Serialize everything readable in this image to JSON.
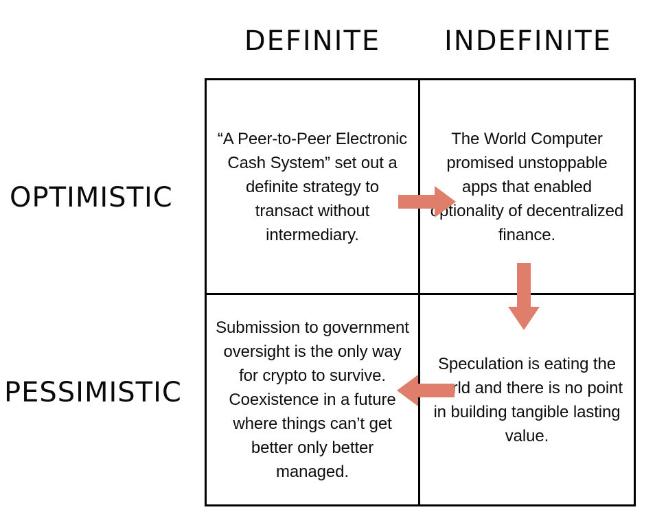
{
  "chart_data": {
    "type": "table",
    "title": "",
    "xlabel": "",
    "ylabel": "",
    "columns": [
      "DEFINITE",
      "INDEFINITE"
    ],
    "rows": [
      "OPTIMISTIC",
      "PESSIMISTIC"
    ],
    "cells": [
      {
        "row": "OPTIMISTIC",
        "column": "DEFINITE",
        "text": "“A Peer-to-Peer Electronic Cash System” set out a definite strategy to transact without intermediary."
      },
      {
        "row": "OPTIMISTIC",
        "column": "INDEFINITE",
        "text": "The World Computer promised unstoppable apps that enabled optionality of decentralized finance."
      },
      {
        "row": "PESSIMISTIC",
        "column": "DEFINITE",
        "text": "Submission to government oversight is the only way for crypto to survive. Coexistence in a future where things can’t get better only better managed."
      },
      {
        "row": "PESSIMISTIC",
        "column": "INDEFINITE",
        "text": "Speculation is eating the world and there is no point in building tangible lasting value."
      }
    ],
    "annotations": [
      {
        "name": "arrow-right-top",
        "direction": "right",
        "from": "optimistic-definite",
        "to": "optimistic-indefinite",
        "color": "#DE7E6B"
      },
      {
        "name": "arrow-down-right",
        "direction": "down",
        "from": "optimistic-indefinite",
        "to": "pessimistic-indefinite",
        "color": "#DE7E6B"
      },
      {
        "name": "arrow-left-bottom",
        "direction": "left",
        "from": "pessimistic-indefinite",
        "to": "pessimistic-definite",
        "color": "#DE7E6B"
      }
    ],
    "grid": true,
    "legend": "none"
  },
  "matrix": {
    "columns": {
      "definite": "DEFINITE",
      "indefinite": "INDEFINITE"
    },
    "rows": {
      "optimistic": "OPTIMISTIC",
      "pessimistic": "PESSIMISTIC"
    },
    "quadrants": {
      "optimistic_definite": "“A Peer-to-Peer Electronic Cash System” set out a definite strategy to transact without intermediary.",
      "optimistic_indefinite": "The World Computer promised unstoppable apps that enabled optionality of decentralized finance.",
      "pessimistic_definite": "Submission to government oversight is the only way for crypto to survive. Coexistence in a future where things can’t get better only better managed.",
      "pessimistic_indefinite": "Speculation is eating the world and there is no point in building tangible lasting value."
    }
  },
  "colors": {
    "arrow": "#DE7E6B",
    "border": "#000000",
    "text": "#0D0D0D",
    "background": "#FFFFFF"
  }
}
